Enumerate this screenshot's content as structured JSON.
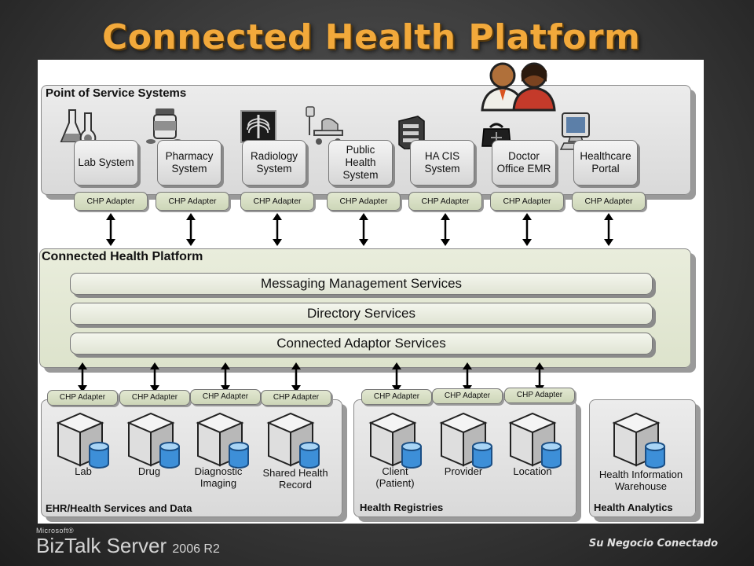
{
  "slide": {
    "title": "Connected Health Platform",
    "tagline": "Su Negocio Conectado",
    "brand": {
      "maker": "Microsoft®",
      "product": "BizTalk Server",
      "version": "2006 R2"
    }
  },
  "point_of_service": {
    "title": "Point of Service Systems",
    "systems": [
      {
        "label": "Lab System",
        "adapter": "CHP Adapter",
        "icon": "lab-flasks-icon"
      },
      {
        "label": "Pharmacy\nSystem",
        "adapter": "CHP Adapter",
        "icon": "pill-bottle-icon"
      },
      {
        "label": "Radiology\nSystem",
        "adapter": "CHP Adapter",
        "icon": "xray-icon"
      },
      {
        "label": "Public\nHealth\nSystem",
        "adapter": "CHP Adapter",
        "icon": "hospital-bed-icon"
      },
      {
        "label": "HA CIS\nSystem",
        "adapter": "CHP Adapter",
        "icon": "server-icon"
      },
      {
        "label": "Doctor\nOffice EMR",
        "adapter": "CHP Adapter",
        "icon": "doctor-bag-icon"
      },
      {
        "label": "Healthcare\nPortal",
        "adapter": "CHP Adapter",
        "icon": "computer-icon"
      }
    ]
  },
  "platform": {
    "title": "Connected Health Platform",
    "services": [
      "Messaging Management Services",
      "Directory Services",
      "Connected Adaptor Services"
    ]
  },
  "ehr": {
    "title": "EHR/Health Services and Data",
    "stores": [
      {
        "label": "Lab",
        "adapter": "CHP Adapter"
      },
      {
        "label": "Drug",
        "adapter": "CHP Adapter"
      },
      {
        "label": "Diagnostic\nImaging",
        "adapter": "CHP Adapter"
      },
      {
        "label": "Shared Health\nRecord",
        "adapter": "CHP Adapter"
      }
    ]
  },
  "registries": {
    "title": "Health Registries",
    "stores": [
      {
        "label": "Client\n(Patient)",
        "adapter": "CHP Adapter"
      },
      {
        "label": "Provider",
        "adapter": "CHP Adapter"
      },
      {
        "label": "Location",
        "adapter": "CHP Adapter"
      }
    ]
  },
  "analytics": {
    "title": "Health Analytics",
    "stores": [
      {
        "label": "Health Information\nWarehouse"
      }
    ]
  },
  "colors": {
    "title": "#f2a93b",
    "adapter": "#d6ddc4",
    "platform": "#e3e8d3",
    "panel": "#e2e2e2"
  }
}
